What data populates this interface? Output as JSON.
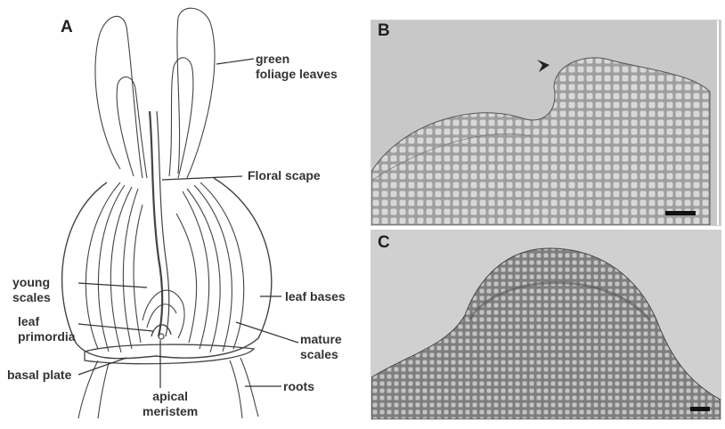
{
  "figure": {
    "panels": {
      "a": {
        "letter": "A"
      },
      "b": {
        "letter": "B"
      },
      "c": {
        "letter": "C"
      }
    },
    "labels": {
      "green_foliage": [
        "green",
        "foliage leaves"
      ],
      "floral_scape": "Floral scape",
      "young_scales": [
        "young",
        "scales"
      ],
      "leaf_primordia": [
        "leaf",
        "primordia"
      ],
      "leaf_bases": "leaf bases",
      "mature_scales": [
        "mature",
        "scales"
      ],
      "basal_plate": "basal plate",
      "apical_meristem": [
        "apical",
        "meristem"
      ],
      "roots": "roots"
    }
  }
}
